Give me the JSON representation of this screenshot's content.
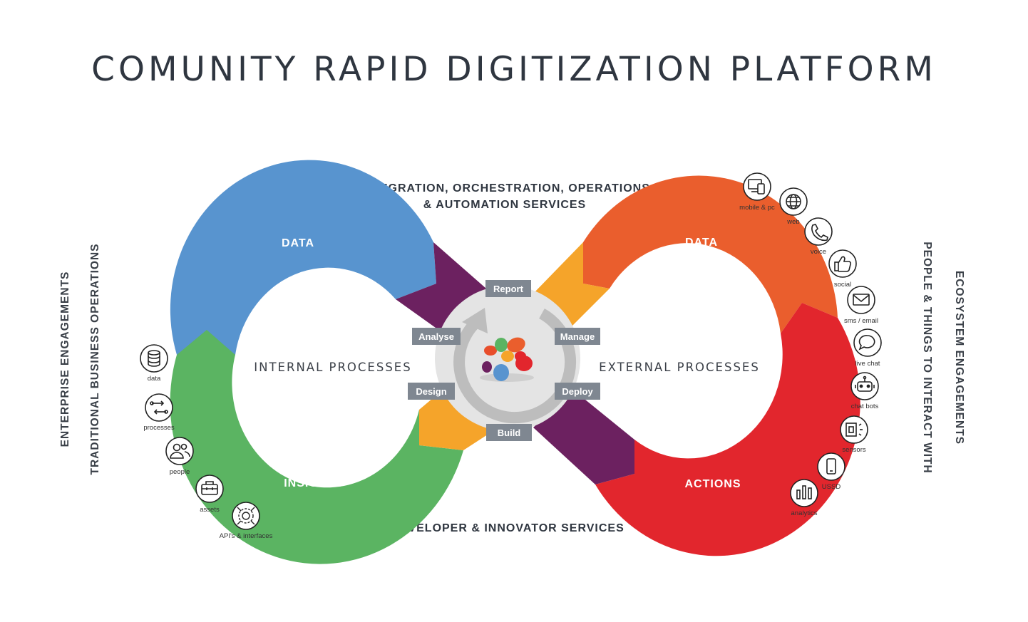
{
  "title": "COMUNITY RAPID DIGITIZATION PLATFORM",
  "top_services": [
    "INTEGRATION, ORCHESTRATION, OPERATIONS",
    "& AUTOMATION SERVICES"
  ],
  "bottom_services": "DEVELOPER & INNOVATOR SERVICES",
  "left_side": {
    "outer_label": "ENTERPRISE ENGAGEMENTS",
    "inner_label": "TRADITIONAL BUSINESS OPERATIONS"
  },
  "right_side": {
    "inner_label": "PEOPLE & THINGS TO INTERACT WITH",
    "outer_label": "ECOSYSTEM ENGAGEMENTS"
  },
  "internal": {
    "process_label": "INTERNAL PROCESSES",
    "top_segment": "DATA",
    "bottom_segment": "INSIGHTS"
  },
  "external": {
    "process_label": "EXTERNAL PROCESSES",
    "top_segment": "DATA",
    "bottom_segment": "ACTIONS"
  },
  "center_steps": {
    "report": "Report",
    "manage": "Manage",
    "deploy": "Deploy",
    "build": "Build",
    "design": "Design",
    "analyse": "Analyse"
  },
  "left_icons": [
    {
      "icon": "database-icon",
      "label": "data"
    },
    {
      "icon": "processes-icon",
      "label": "processes"
    },
    {
      "icon": "people-icon",
      "label": "people"
    },
    {
      "icon": "briefcase-icon",
      "label": "assets"
    },
    {
      "icon": "api-icon",
      "label": "API's & interfaces"
    }
  ],
  "right_icons": [
    {
      "icon": "devices-icon",
      "label": "mobile & pc"
    },
    {
      "icon": "globe-icon",
      "label": "web"
    },
    {
      "icon": "phone-icon",
      "label": "voice"
    },
    {
      "icon": "thumbs-up-icon",
      "label": "social"
    },
    {
      "icon": "envelope-icon",
      "label": "sms / email"
    },
    {
      "icon": "chat-bubble-icon",
      "label": "live chat"
    },
    {
      "icon": "robot-icon",
      "label": "chat bots"
    },
    {
      "icon": "sensor-icon",
      "label": "sensors"
    },
    {
      "icon": "mobile-icon",
      "label": "USSD"
    },
    {
      "icon": "bar-chart-icon",
      "label": "analytics"
    }
  ],
  "colors": {
    "blue": "#5894cf",
    "green": "#5bb462",
    "orange_light": "#f5a42a",
    "purple": "#6c2160",
    "orange": "#ea5e2d",
    "red": "#e2262d",
    "step_box": "#7f8791",
    "center_circle": "#e4e4e4"
  }
}
